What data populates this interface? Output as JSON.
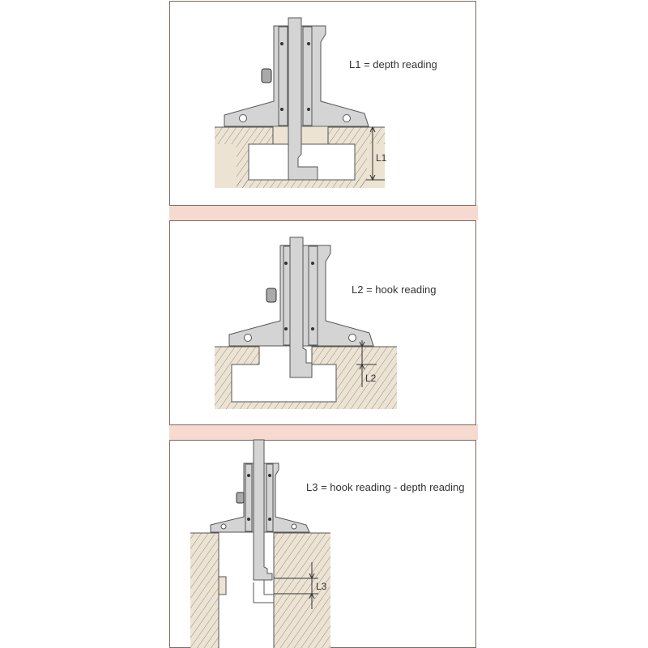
{
  "panels": [
    {
      "formula": "L1 = depth reading",
      "dimension_label": "L1"
    },
    {
      "formula": "L2 = hook reading",
      "dimension_label": "L2"
    },
    {
      "formula": "L3 = hook reading - depth reading",
      "dimension_label": "L3"
    }
  ],
  "colors": {
    "band": "#f6d9cf",
    "ground": "#ece3d3",
    "gauge": "#d4d4d4",
    "outline": "#555555"
  }
}
